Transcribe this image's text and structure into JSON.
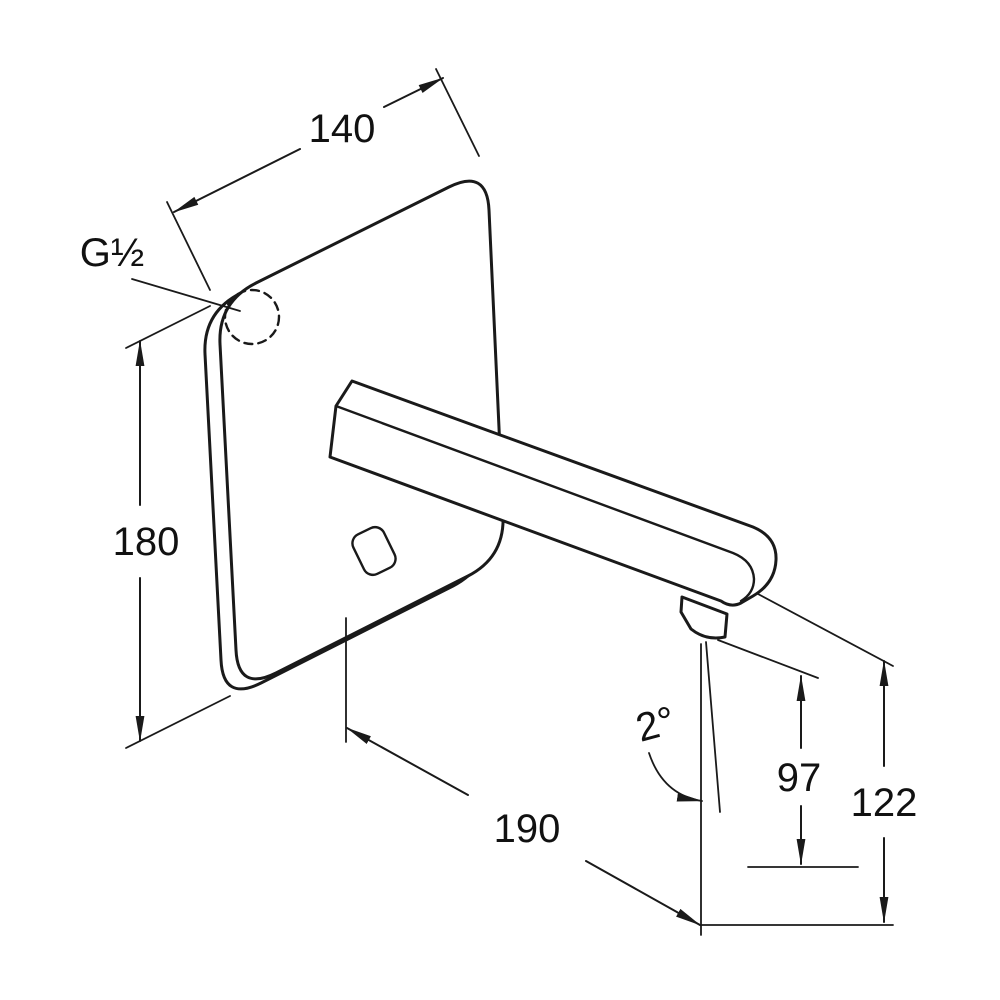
{
  "drawing": {
    "kind": "technical-dimension-drawing",
    "subject": "wall-mounted electronic sensor basin faucet with square wall plate and projecting spout",
    "background_color": "#ffffff",
    "ink_color": "#1a1a1a",
    "labels": {
      "plate_width_mm": "140",
      "connection_thread": "G½",
      "plate_height_mm": "180",
      "spout_projection_mm": "190",
      "outlet_height_mm": "97",
      "spout_height_mm": "122",
      "spout_angle_deg": "2°"
    }
  }
}
